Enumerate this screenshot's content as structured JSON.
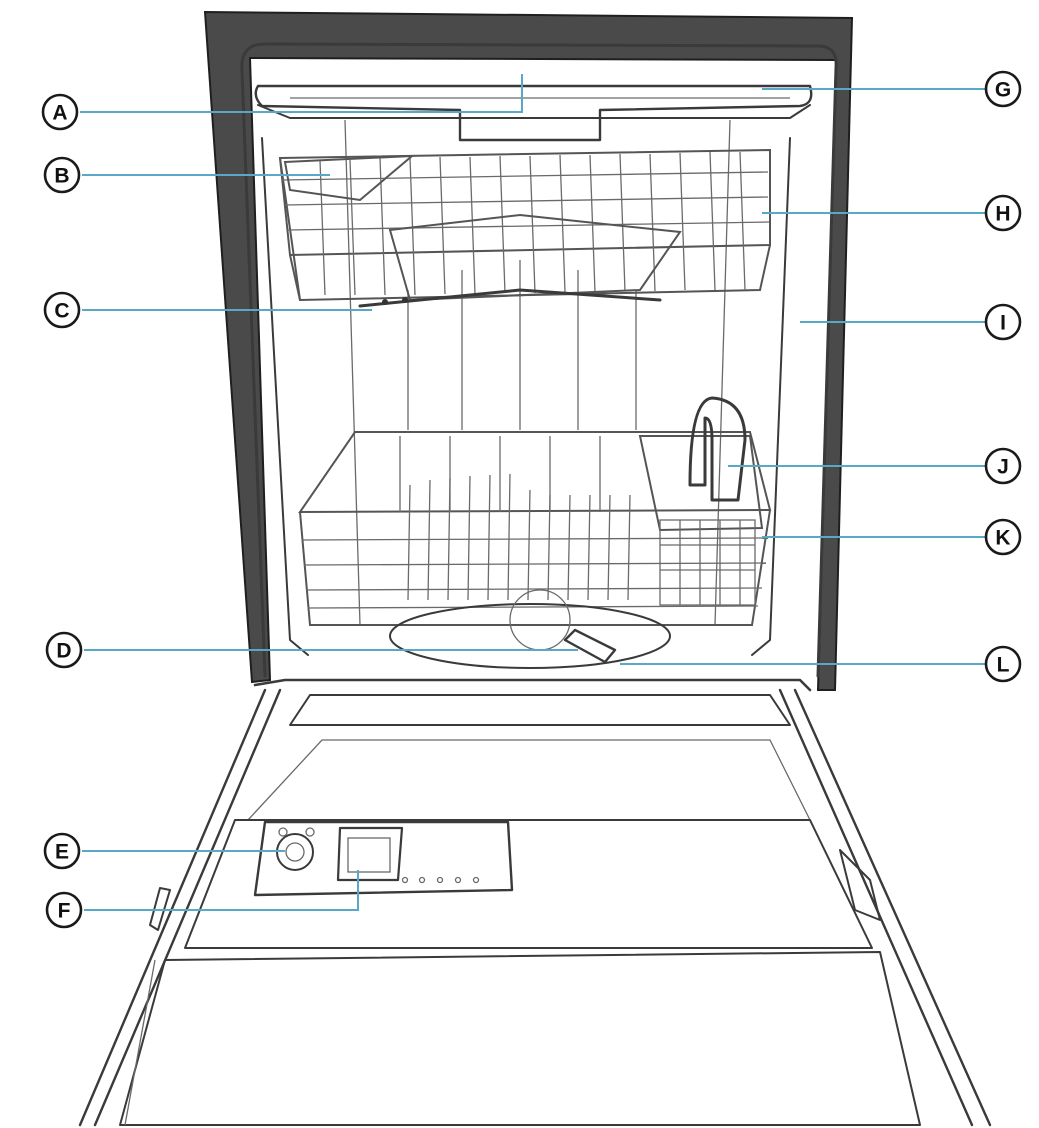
{
  "diagram": {
    "subject": "dishwasher",
    "callouts": [
      {
        "id": "A",
        "label": "A"
      },
      {
        "id": "B",
        "label": "B"
      },
      {
        "id": "C",
        "label": "C"
      },
      {
        "id": "D",
        "label": "D"
      },
      {
        "id": "E",
        "label": "E"
      },
      {
        "id": "F",
        "label": "F"
      },
      {
        "id": "G",
        "label": "G"
      },
      {
        "id": "H",
        "label": "H"
      },
      {
        "id": "I",
        "label": "I"
      },
      {
        "id": "J",
        "label": "J"
      },
      {
        "id": "K",
        "label": "K"
      },
      {
        "id": "L",
        "label": "L"
      }
    ],
    "colors": {
      "leader": "#5aa8c8",
      "ink": "#3a3a3a",
      "gasket": "#4a4a4a",
      "background": "#ffffff"
    }
  }
}
